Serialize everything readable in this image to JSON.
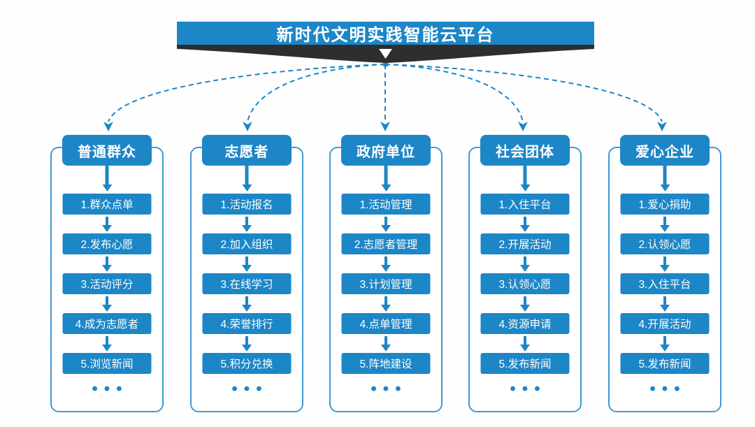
{
  "title": "新时代文明实践智能云平台",
  "colors": {
    "accent": "#1d86c6",
    "frame_border": "#3f9ad4",
    "swoosh_dark": "#2e2e2e",
    "text_on_accent": "#ffffff",
    "background": "#fefefe"
  },
  "columns": [
    {
      "header": "普通群众",
      "items": [
        "1.群众点单",
        "2.发布心愿",
        "3.活动评分",
        "4.成为志愿者",
        "5.浏览新闻"
      ],
      "more": "•••"
    },
    {
      "header": "志愿者",
      "items": [
        "1.活动报名",
        "2.加入组织",
        "3.在线学习",
        "4.荣誉排行",
        "5.积分兑换"
      ],
      "more": "•••"
    },
    {
      "header": "政府单位",
      "items": [
        "1.活动管理",
        "2.志愿者管理",
        "3.计划管理",
        "4.点单管理",
        "5.阵地建设"
      ],
      "more": "•••"
    },
    {
      "header": "社会团体",
      "items": [
        "1.入住平台",
        "2.开展活动",
        "3.认领心愿",
        "4.资源申请",
        "5.发布新闻"
      ],
      "more": "•••"
    },
    {
      "header": "爱心企业",
      "items": [
        "1.爱心捐助",
        "2.认领心愿",
        "3.入住平台",
        "4.开展活动",
        "5.发布新闻"
      ],
      "more": "•••"
    }
  ]
}
